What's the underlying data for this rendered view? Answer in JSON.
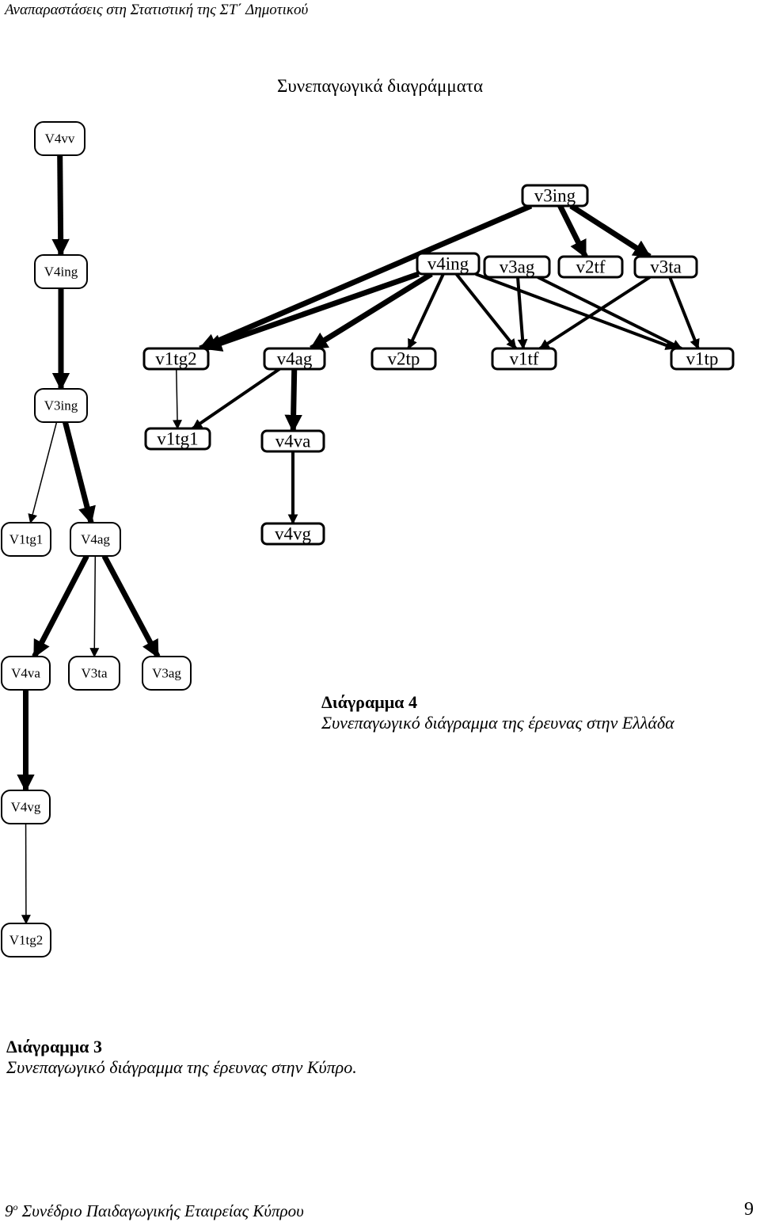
{
  "header": {
    "running_title": "Αναπαραστάσεις στη Στατιστική της ΣΤ΄ Δημοτικού"
  },
  "section_title": "Συνεπαγωγικά διαγράμματα",
  "diagram_cyprus": {
    "caption_title": "Διάγραμμα 3",
    "caption_text": "Συνεπαγωγικό διάγραμμα της έρευνας στην Κύπρο.",
    "nodes": [
      {
        "id": "V4vv",
        "label": "V4vv"
      },
      {
        "id": "V4ing",
        "label": "V4ing"
      },
      {
        "id": "V3ing",
        "label": "V3ing"
      },
      {
        "id": "V1tg1",
        "label": "V1tg1"
      },
      {
        "id": "V4ag",
        "label": "V4ag"
      },
      {
        "id": "V4va",
        "label": "V4va"
      },
      {
        "id": "V3ta",
        "label": "V3ta"
      },
      {
        "id": "V3ag",
        "label": "V3ag"
      },
      {
        "id": "V4vg",
        "label": "V4vg"
      },
      {
        "id": "V1tg2",
        "label": "V1tg2"
      }
    ],
    "edges": [
      {
        "from": "V4vv",
        "to": "V4ing",
        "strength": "strong"
      },
      {
        "from": "V4ing",
        "to": "V3ing",
        "strength": "strong"
      },
      {
        "from": "V3ing",
        "to": "V1tg1",
        "strength": "weak"
      },
      {
        "from": "V3ing",
        "to": "V4ag",
        "strength": "strong"
      },
      {
        "from": "V4ag",
        "to": "V4va",
        "strength": "strong"
      },
      {
        "from": "V4ag",
        "to": "V3ta",
        "strength": "weak"
      },
      {
        "from": "V4ag",
        "to": "V3ag",
        "strength": "strong"
      },
      {
        "from": "V4va",
        "to": "V4vg",
        "strength": "strong"
      },
      {
        "from": "V4vg",
        "to": "V1tg2",
        "strength": "weak"
      }
    ]
  },
  "diagram_greece": {
    "caption_title": "Διάγραμμα 4",
    "caption_text": "Συνεπαγωγικό διάγραμμα της έρευνας στην Ελλάδα",
    "nodes": [
      {
        "id": "v3ing",
        "label": "v3ing"
      },
      {
        "id": "v4ing",
        "label": "v4ing"
      },
      {
        "id": "v3ag",
        "label": "v3ag"
      },
      {
        "id": "v2tf",
        "label": "v2tf"
      },
      {
        "id": "v3ta",
        "label": "v3ta"
      },
      {
        "id": "v1tg2",
        "label": "v1tg2"
      },
      {
        "id": "v4ag",
        "label": "v4ag"
      },
      {
        "id": "v2tp",
        "label": "v2tp"
      },
      {
        "id": "v1tf",
        "label": "v1tf"
      },
      {
        "id": "v1tp",
        "label": "v1tp"
      },
      {
        "id": "v1tg1",
        "label": "v1tg1"
      },
      {
        "id": "v4va",
        "label": "v4va"
      },
      {
        "id": "v4vg",
        "label": "v4vg"
      }
    ],
    "edges": [
      {
        "from": "v3ing",
        "to": "v1tg2",
        "strength": "strong"
      },
      {
        "from": "v3ing",
        "to": "v2tf",
        "strength": "strong"
      },
      {
        "from": "v3ing",
        "to": "v3ta",
        "strength": "strong"
      },
      {
        "from": "v4ing",
        "to": "v1tg2",
        "strength": "strong"
      },
      {
        "from": "v4ing",
        "to": "v4ag",
        "strength": "strong"
      },
      {
        "from": "v4ing",
        "to": "v2tp",
        "strength": "medium"
      },
      {
        "from": "v4ing",
        "to": "v1tf",
        "strength": "medium"
      },
      {
        "from": "v4ing",
        "to": "v1tp",
        "strength": "medium"
      },
      {
        "from": "v3ag",
        "to": "v1tf",
        "strength": "medium"
      },
      {
        "from": "v3ag",
        "to": "v1tp",
        "strength": "medium"
      },
      {
        "from": "v3ta",
        "to": "v1tf",
        "strength": "medium"
      },
      {
        "from": "v3ta",
        "to": "v1tp",
        "strength": "medium"
      },
      {
        "from": "v1tg2",
        "to": "v1tg1",
        "strength": "weak"
      },
      {
        "from": "v4ag",
        "to": "v1tg1",
        "strength": "medium"
      },
      {
        "from": "v4ag",
        "to": "v4va",
        "strength": "strong"
      },
      {
        "from": "v4va",
        "to": "v4vg",
        "strength": "medium"
      }
    ]
  },
  "footer": {
    "ordinal_number": "9",
    "ordinal_suffix": "ο",
    "conference": "Συνέδριο Παιδαγωγικής Εταιρείας Κύπρου",
    "page_number": "9"
  }
}
